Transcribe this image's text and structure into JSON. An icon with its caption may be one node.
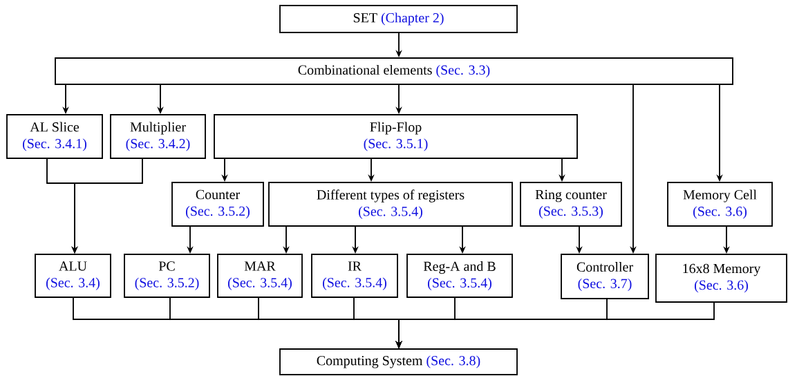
{
  "diagram": {
    "nodes": [
      {
        "text": [
          "SET",
          "(Chapter 2)"
        ]
      },
      {
        "text": [
          "Combinational  elements",
          "(Sec. 3.3)"
        ]
      },
      {
        "text": [
          "AL Slice",
          "(Sec. 3.4.1)"
        ]
      },
      {
        "text": [
          "Multiplier",
          "(Sec. 3.4.2)"
        ]
      },
      {
        "text": [
          "Flip-Flop",
          "(Sec. 3.5.1)"
        ]
      },
      {
        "text": [
          "Counter",
          "(Sec. 3.5.2)"
        ]
      },
      {
        "text": [
          "Different types of registers",
          "(Sec. 3.5.4)"
        ]
      },
      {
        "text": [
          "Ring counter",
          "(Sec. 3.5.3)"
        ]
      },
      {
        "text": [
          "Memory Cell",
          "(Sec. 3.6)"
        ]
      },
      {
        "text": [
          "ALU",
          "(Sec. 3.4)"
        ]
      },
      {
        "text": [
          "PC",
          "(Sec. 3.5.2)"
        ]
      },
      {
        "text": [
          "MAR",
          "(Sec. 3.5.4)"
        ]
      },
      {
        "text": [
          "IR",
          "(Sec. 3.5.4)"
        ]
      },
      {
        "text": [
          "Reg-A and B",
          "(Sec. 3.5.4)"
        ]
      },
      {
        "text": [
          "Controller",
          "(Sec. 3.7)"
        ]
      },
      {
        "text": [
          "16x8 Memory",
          "(Sec. 3.6)"
        ]
      },
      {
        "text": [
          "Computing System",
          "(Sec. 3.8)"
        ]
      }
    ],
    "edges": [
      {
        "from": 0,
        "to": 1,
        "arrow": "to"
      },
      {
        "from": 1,
        "to": 2,
        "arrow": "to"
      },
      {
        "from": 1,
        "to": 3,
        "arrow": "to"
      },
      {
        "from": 1,
        "to": 4,
        "arrow": "to"
      },
      {
        "from": 1,
        "to": 14,
        "arrow": "to"
      },
      {
        "from": 1,
        "to": 8,
        "arrow": "to"
      },
      {
        "from": 2,
        "to": 9,
        "arrow": "to"
      },
      {
        "from": 3,
        "to": 9,
        "arrow": "to"
      },
      {
        "from": 4,
        "to": 5,
        "arrow": "to"
      },
      {
        "from": 4,
        "to": 6,
        "arrow": "to"
      },
      {
        "from": 4,
        "to": 7,
        "arrow": "to"
      },
      {
        "from": 5,
        "to": 10,
        "arrow": "to"
      },
      {
        "from": 6,
        "to": 11,
        "arrow": "to"
      },
      {
        "from": 6,
        "to": 12,
        "arrow": "to"
      },
      {
        "from": 6,
        "to": 13,
        "arrow": "to"
      },
      {
        "from": 7,
        "to": 14,
        "arrow": "to"
      },
      {
        "from": 8,
        "to": 15,
        "arrow": "to"
      },
      {
        "from": 9,
        "to": 16,
        "arrow": "to"
      },
      {
        "from": 10,
        "to": 16,
        "arrow": "to"
      },
      {
        "from": 11,
        "to": 16,
        "arrow": "to"
      },
      {
        "from": 12,
        "to": 16,
        "arrow": "to"
      },
      {
        "from": 13,
        "to": 16,
        "arrow": "to"
      },
      {
        "from": 14,
        "to": 16,
        "arrow": "to"
      },
      {
        "from": 15,
        "to": 16,
        "arrow": "to"
      }
    ]
  }
}
